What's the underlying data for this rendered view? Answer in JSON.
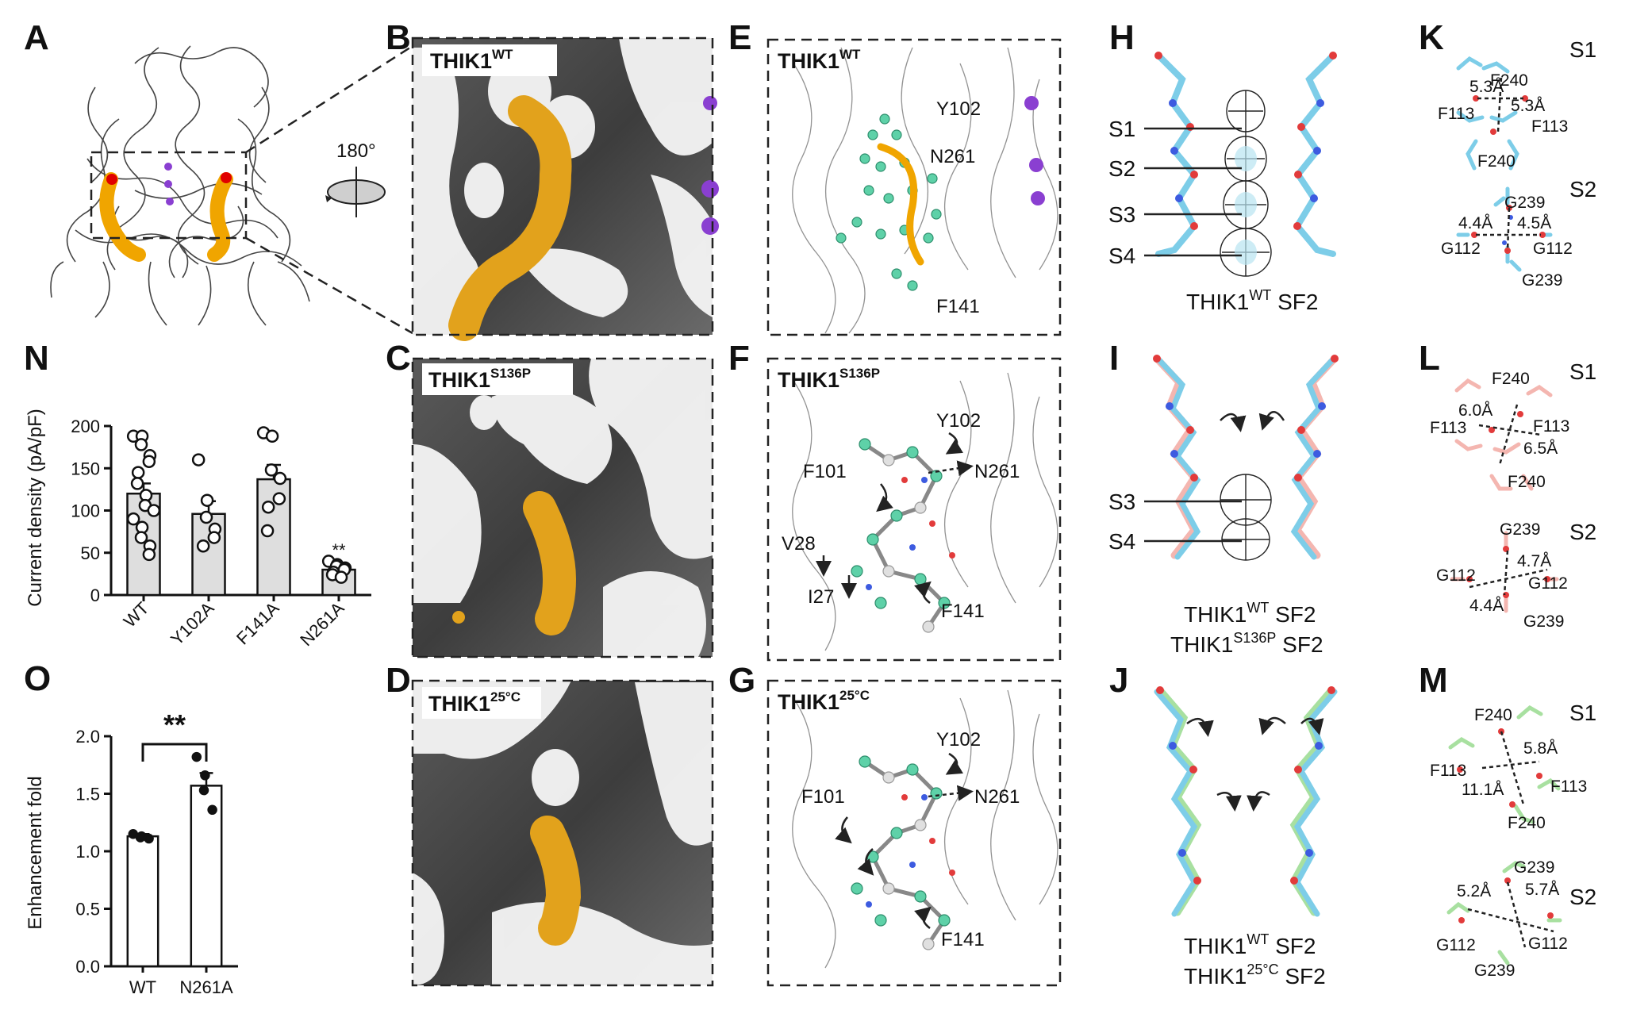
{
  "panels": {
    "A": "A",
    "B": "B",
    "C": "C",
    "D": "D",
    "E": "E",
    "F": "F",
    "G": "G",
    "H": "H",
    "I": "I",
    "J": "J",
    "K": "K",
    "L": "L",
    "M": "M",
    "N": "N",
    "O": "O"
  },
  "rotation_label": "180°",
  "density_tags": {
    "b": {
      "base": "THIK1",
      "sup": "WT"
    },
    "c": {
      "base": "THIK1",
      "sup": "S136P"
    },
    "d": {
      "base": "THIK1",
      "sup": "25°C"
    }
  },
  "model_tags": {
    "e": {
      "base": "THIK1",
      "sup": "WT"
    },
    "f": {
      "base": "THIK1",
      "sup": "S136P"
    },
    "g": {
      "base": "THIK1",
      "sup": "25°C"
    }
  },
  "residues": {
    "e": [
      "Y102",
      "N261",
      "F141"
    ],
    "f": [
      "Y102",
      "F101",
      "N261",
      "V28",
      "I27",
      "F141"
    ],
    "g": [
      "Y102",
      "F101",
      "N261",
      "F141"
    ]
  },
  "sites": {
    "h": [
      "S1",
      "S2",
      "S3",
      "S4"
    ],
    "i": [
      "S3",
      "S4"
    ]
  },
  "captions": {
    "h": {
      "base": "THIK1",
      "sup": "WT",
      "rest": " SF2"
    },
    "i1": {
      "base": "THIK1",
      "sup": "WT",
      "rest": " SF2"
    },
    "i2": {
      "base": "THIK1",
      "sup": "S136P",
      "rest": " SF2"
    },
    "j1": {
      "base": "THIK1",
      "sup": "WT",
      "rest": " SF2"
    },
    "j2": {
      "base": "THIK1",
      "sup": "25°C",
      "rest": " SF2"
    }
  },
  "distances": {
    "k": {
      "s1": {
        "site": "S1",
        "res": [
          "F240",
          "F113",
          "F113",
          "F240"
        ],
        "d": [
          "5.3Å",
          "5.3Å"
        ]
      },
      "s2": {
        "site": "S2",
        "res": [
          "G239",
          "G112",
          "G112",
          "G239"
        ],
        "d": [
          "4.4Å",
          "4.5Å"
        ]
      }
    },
    "l": {
      "s1": {
        "site": "S1",
        "res": [
          "F240",
          "F113",
          "F113",
          "F240"
        ],
        "d": [
          "6.0Å",
          "6.5Å"
        ]
      },
      "s2": {
        "site": "S2",
        "res": [
          "G239",
          "G112",
          "G112",
          "G239"
        ],
        "d": [
          "4.7Å",
          "4.4Å"
        ]
      }
    },
    "m": {
      "s1": {
        "site": "S1",
        "res": [
          "F240",
          "F113",
          "F113",
          "F240"
        ],
        "d": [
          "5.8Å",
          "11.1Å"
        ]
      },
      "s2": {
        "site": "S2",
        "res": [
          "G239",
          "G112",
          "G112",
          "G239"
        ],
        "d": [
          "5.2Å",
          "5.7Å"
        ]
      }
    }
  },
  "colors": {
    "lipid": "#f0a500",
    "wt_stick": "#7dcde8",
    "s136p_stick": "#f4b6b0",
    "t25_stick": "#a8e0a0",
    "mint": "#5ed1a8",
    "ion": "#8a3fd1",
    "bar": "#dedede"
  },
  "chart_data": [
    {
      "type": "bar",
      "panel": "N",
      "ylabel": "Current density (pA/pF)",
      "ylim": [
        0,
        200
      ],
      "yticks": [
        0,
        50,
        100,
        150,
        200
      ],
      "categories": [
        "WT",
        "Y102A",
        "F141A",
        "N261A"
      ],
      "values": [
        120,
        96,
        137,
        30
      ],
      "sem": [
        12,
        15,
        17,
        3
      ],
      "points": [
        [
          188,
          188,
          178,
          165,
          158,
          145,
          132,
          118,
          106,
          100,
          90,
          80,
          68,
          58,
          48
        ],
        [
          160,
          112,
          92,
          78,
          68,
          58
        ],
        [
          192,
          188,
          148,
          138,
          114,
          104,
          76
        ],
        [
          40,
          36,
          34,
          32,
          30,
          27,
          24,
          21
        ]
      ],
      "annotations": [
        {
          "category": "N261A",
          "text": "**"
        }
      ]
    },
    {
      "type": "bar",
      "panel": "O",
      "ylabel": "Enhancement fold",
      "ylim": [
        0,
        2.0
      ],
      "yticks": [
        "0.0",
        "0.5",
        "1.0",
        "1.5",
        "2.0"
      ],
      "categories": [
        "WT",
        "N261A"
      ],
      "values": [
        1.13,
        1.57
      ],
      "sem": [
        0.02,
        0.11
      ],
      "points": [
        [
          1.15,
          1.13,
          1.12,
          1.11
        ],
        [
          1.82,
          1.66,
          1.53,
          1.36
        ]
      ],
      "annotations": [
        {
          "text": "**",
          "between": [
            "WT",
            "N261A"
          ]
        }
      ]
    }
  ]
}
